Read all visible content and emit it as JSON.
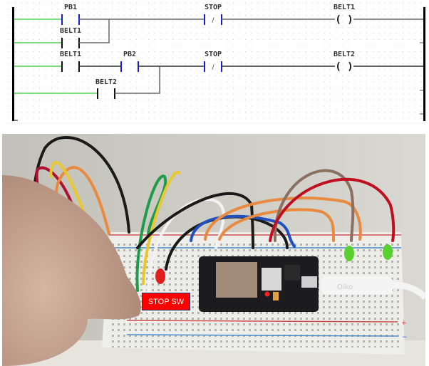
{
  "ladder": {
    "rungs": [
      {
        "contacts": [
          {
            "label": "PB1",
            "type": "NO",
            "color": "#1a1adc"
          },
          {
            "label": "BELT1",
            "type": "NO",
            "branch": true,
            "color": "#111111"
          },
          {
            "label": "STOP",
            "type": "NC",
            "color": "#1a1adc",
            "symbol": "/"
          }
        ],
        "coil": {
          "label": "BELT1",
          "symbol": "( )"
        }
      },
      {
        "contacts": [
          {
            "label": "BELT1",
            "type": "NO",
            "color": "#111111"
          },
          {
            "label": "PB2",
            "type": "NO",
            "color": "#1a1adc"
          },
          {
            "label": "BELT2",
            "type": "NO",
            "branch": true,
            "color": "#111111"
          },
          {
            "label": "STOP",
            "type": "NC",
            "color": "#1a1adc",
            "symbol": "/"
          }
        ],
        "coil": {
          "label": "BELT2",
          "symbol": "( )"
        }
      }
    ],
    "colors": {
      "energized": "#7ddc7d",
      "wire": "#555555",
      "rail": "#000000",
      "grid_dot": "#c8c8c8"
    }
  },
  "photo": {
    "description": "Breadboard with ESP32 board, jumper wires, red LED, two green LEDs, USB cable; hand pressing switch",
    "annotation": {
      "text": "STOP SW",
      "bg": "#ff0000"
    },
    "usb_brand": "Oiko"
  }
}
